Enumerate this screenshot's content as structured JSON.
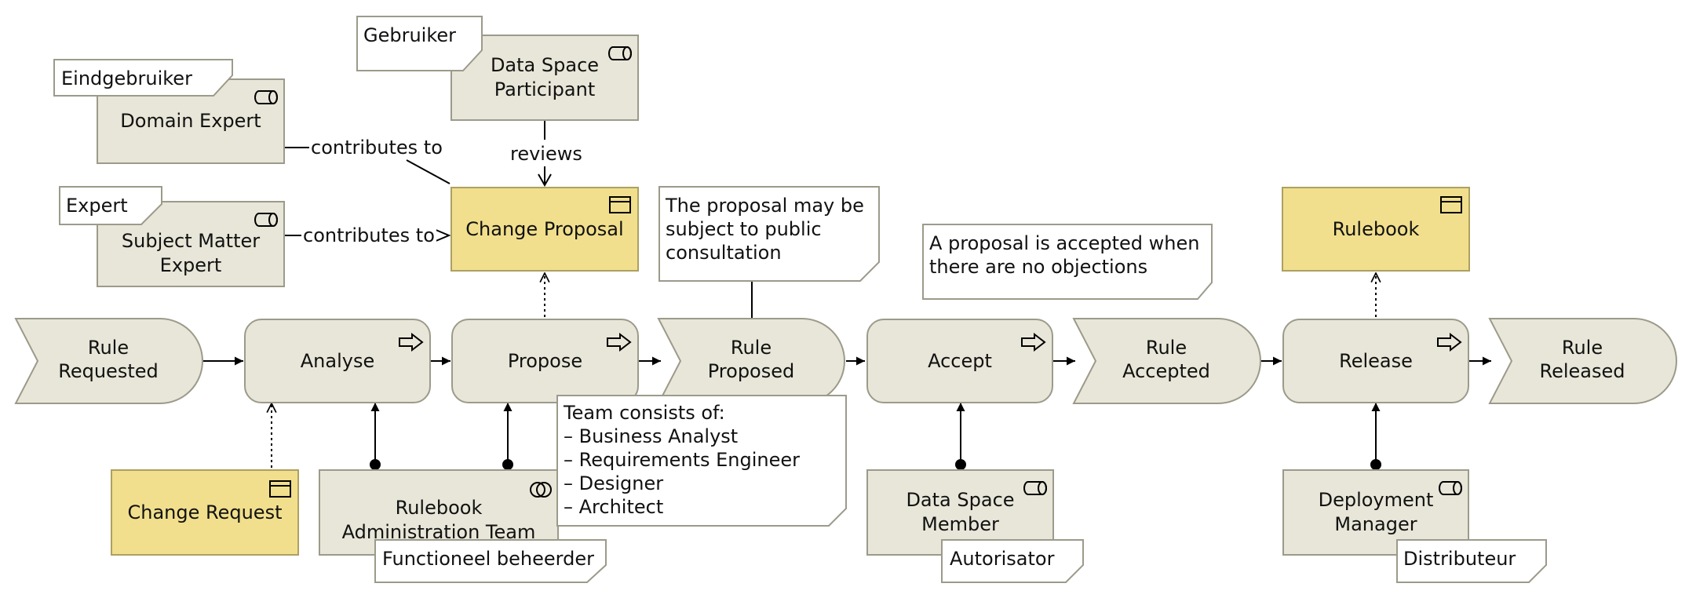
{
  "actors": {
    "domain_expert": "Domain Expert",
    "subject_matter_expert": "Subject Matter\nExpert",
    "data_space_participant": "Data Space\nParticipant",
    "rulebook_admin_team": "Rulebook\nAdministration Team",
    "data_space_member": "Data Space\nMember",
    "deployment_manager": "Deployment\nManager"
  },
  "objects": {
    "change_proposal": "Change Proposal",
    "rulebook": "Rulebook",
    "change_request": "Change Request"
  },
  "events": {
    "rule_requested": "Rule\nRequested",
    "rule_proposed": "Rule\nProposed",
    "rule_accepted": "Rule\nAccepted",
    "rule_released": "Rule\nReleased"
  },
  "processes": {
    "analyse": "Analyse",
    "propose": "Propose",
    "accept": "Accept",
    "release": "Release"
  },
  "notes": {
    "eindgebruiker": "Eindgebruiker",
    "gebruiker": "Gebruiker",
    "expert": "Expert",
    "public_consultation": "The proposal may be\nsubject to public\nconsultation",
    "accepted_when": "A proposal is accepted when\nthere are no objections",
    "team_consists": "Team consists of:\n– Business Analyst\n– Requirements Engineer\n– Designer\n– Architect",
    "functioneel_beheerder": "Functioneel beheerder",
    "autorisator": "Autorisator",
    "distributeur": "Distributeur"
  },
  "relations": {
    "contributes_to_1": "contributes to",
    "contributes_to_2": "contributes to",
    "reviews": "reviews"
  },
  "colors": {
    "element_fill": "#e8e6d8",
    "business_object_fill": "#f1df8d",
    "border": "#9c9a8a"
  }
}
